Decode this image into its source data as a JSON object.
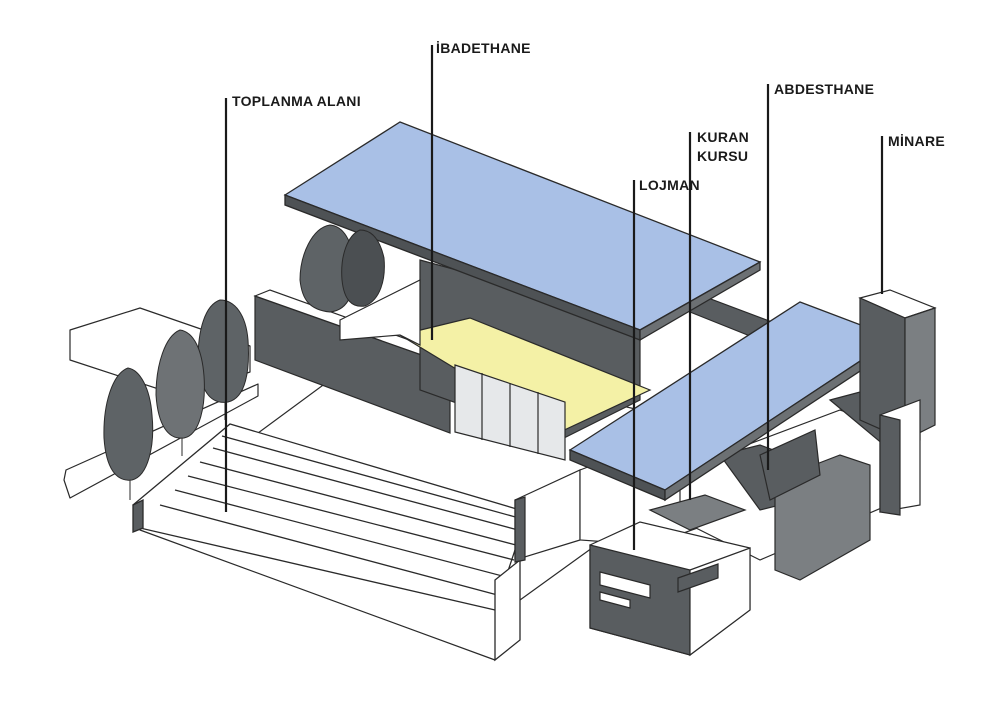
{
  "labels": {
    "toplanma": "TOPLANMA ALANI",
    "ibadethane": "İBADETHANE",
    "kuran_line1": "KURAN",
    "kuran_line2": "KURSU",
    "lojman": "LOJMAN",
    "abdesthane": "ABDESTHANE",
    "minare": "MİNARE"
  },
  "colors": {
    "roof": "#a9c0e6",
    "prayer_floor": "#f4f1a6",
    "wall_dark": "#595d60",
    "wall_mid": "#7b7f82",
    "tree": "#5e6366",
    "ground": "#ffffff",
    "outline": "#2a2a2a"
  }
}
